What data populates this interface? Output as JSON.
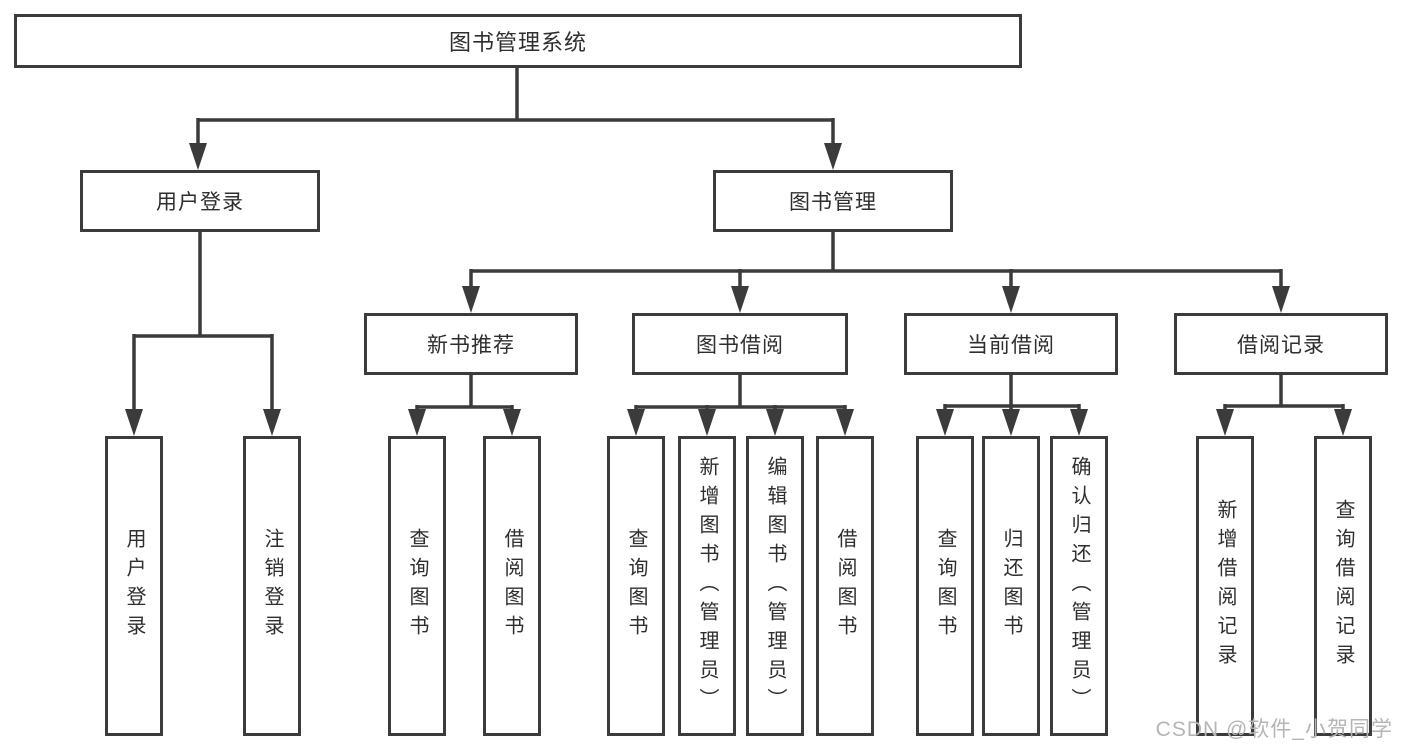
{
  "diagram": {
    "root": {
      "label": "图书管理系统"
    },
    "level2": {
      "user_login": {
        "label": "用户登录"
      },
      "book_management": {
        "label": "图书管理"
      }
    },
    "level3": {
      "new_book_recommend": {
        "label": "新书推荐"
      },
      "book_borrowing": {
        "label": "图书借阅"
      },
      "current_borrowing": {
        "label": "当前借阅"
      },
      "borrow_records": {
        "label": "借阅记录"
      }
    },
    "leaves": {
      "login": {
        "label": "用户登录"
      },
      "logout": {
        "label": "注销登录"
      },
      "nbr_query_books": {
        "label": "查询图书"
      },
      "nbr_borrow_books": {
        "label": "借阅图书"
      },
      "bb_query_books": {
        "label": "查询图书"
      },
      "bb_add_books": {
        "label": "新增图书（管理员）"
      },
      "bb_edit_books": {
        "label": "编辑图书（管理员）"
      },
      "bb_borrow_books": {
        "label": "借阅图书"
      },
      "cb_query_books": {
        "label": "查询图书"
      },
      "cb_return_books": {
        "label": "归还图书"
      },
      "cb_confirm_return": {
        "label": "确认归还（管理员）"
      },
      "br_add_record": {
        "label": "新增借阅记录"
      },
      "br_query_record": {
        "label": "查询借阅记录"
      }
    },
    "watermark": "CSDN @软件_小贺同学",
    "colors": {
      "line": "#3b3b3b",
      "text": "#2e2e2e",
      "watermark": "#b5b5b5",
      "background": "#ffffff"
    }
  }
}
